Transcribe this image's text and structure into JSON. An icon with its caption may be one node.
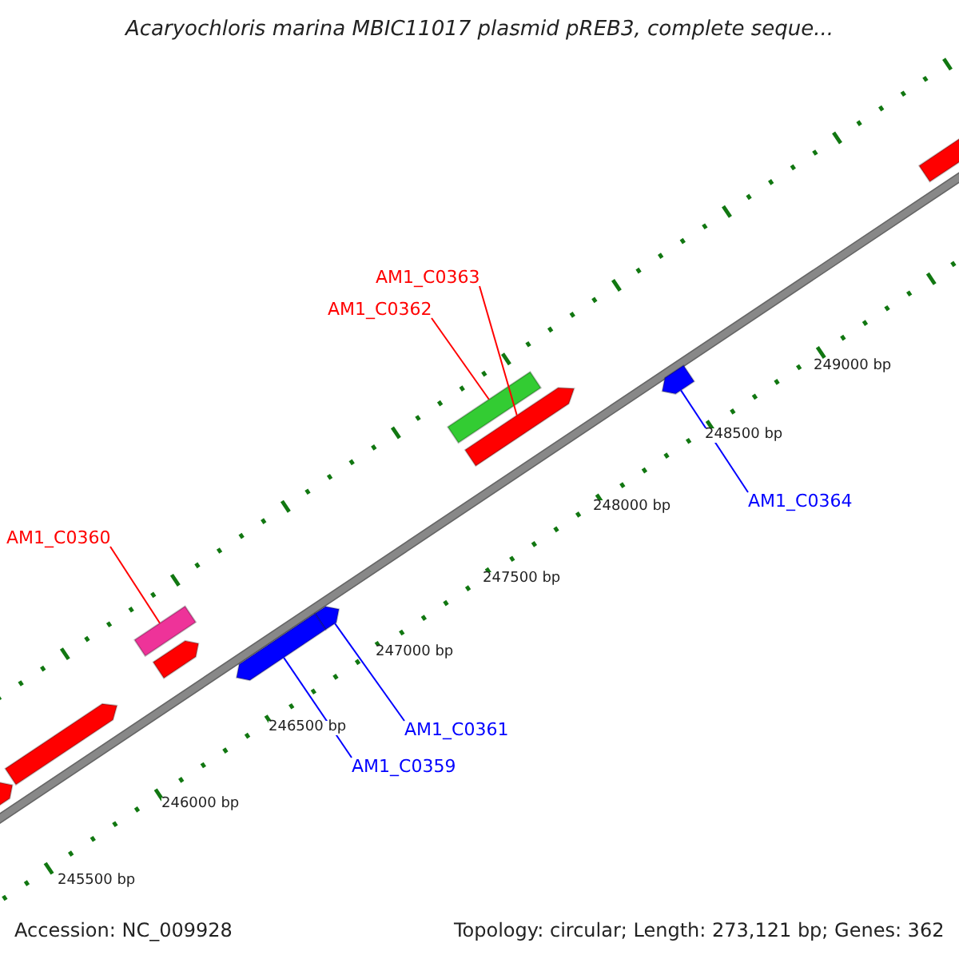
{
  "diagram": {
    "title": "Acaryochloris marina MBIC11017 plasmid pREB3, complete seque...",
    "nodes": [
      {
        "text": [
          "AM1_C0363"
        ]
      },
      {
        "text": [
          "AM1_C0362"
        ]
      },
      {
        "text": [
          "AM1_C0360"
        ]
      },
      {
        "text": [
          "AM1_C0364"
        ]
      },
      {
        "text": [
          "AM1_C0361"
        ]
      },
      {
        "text": [
          "AM1_C0359"
        ]
      },
      {
        "text": [],
        "shape": "bar"
      },
      {
        "text": [],
        "shape": "bar"
      },
      {
        "text": [],
        "shape": "bar"
      },
      {
        "text": [],
        "shape": "bar"
      },
      {
        "text": [],
        "shape": "bar"
      },
      {
        "text": [],
        "shape": "bar"
      },
      {
        "text": [],
        "shape": "bar"
      },
      {
        "text": [],
        "shape": "bar"
      },
      {
        "text": [],
        "shape": "bar"
      },
      {
        "text": [],
        "shape": "bar"
      }
    ],
    "edges": [
      {
        "from": 0,
        "to": 6,
        "arrow": "none",
        "color": "#ff0000"
      },
      {
        "from": 1,
        "to": 7,
        "arrow": "none",
        "color": "#ff0000"
      },
      {
        "from": 2,
        "to": 8,
        "arrow": "none",
        "color": "#ff0000"
      },
      {
        "from": 3,
        "to": 9,
        "arrow": "none",
        "color": "#0000ff"
      },
      {
        "from": 4,
        "to": 10,
        "arrow": "none",
        "color": "#0000ff"
      },
      {
        "from": 5,
        "to": 11,
        "arrow": "none",
        "color": "#0000ff"
      }
    ],
    "labels": [
      "249000 bp",
      "248500 bp",
      "248000 bp",
      "247500 bp",
      "247000 bp",
      "246500 bp",
      "246000 bp",
      "245500 bp",
      "Accession: NC_009928",
      "Topology: circular; Length: 273,121 bp; Genes: 362"
    ]
  }
}
